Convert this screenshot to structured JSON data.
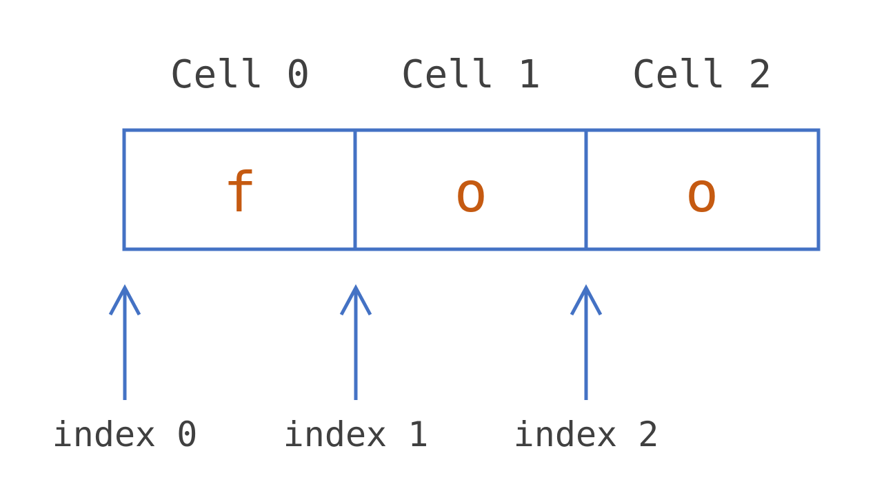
{
  "cells": [
    {
      "header": "Cell 0",
      "value": "f"
    },
    {
      "header": "Cell 1",
      "value": "o"
    },
    {
      "header": "Cell 2",
      "value": "o"
    }
  ],
  "indices": [
    {
      "label": "index 0"
    },
    {
      "label": "index 1"
    },
    {
      "label": "index 2"
    }
  ],
  "colors": {
    "box_stroke": "#4472C4",
    "arrow": "#4472C4",
    "cell_value": "#C55A11",
    "label_text": "#404040"
  }
}
